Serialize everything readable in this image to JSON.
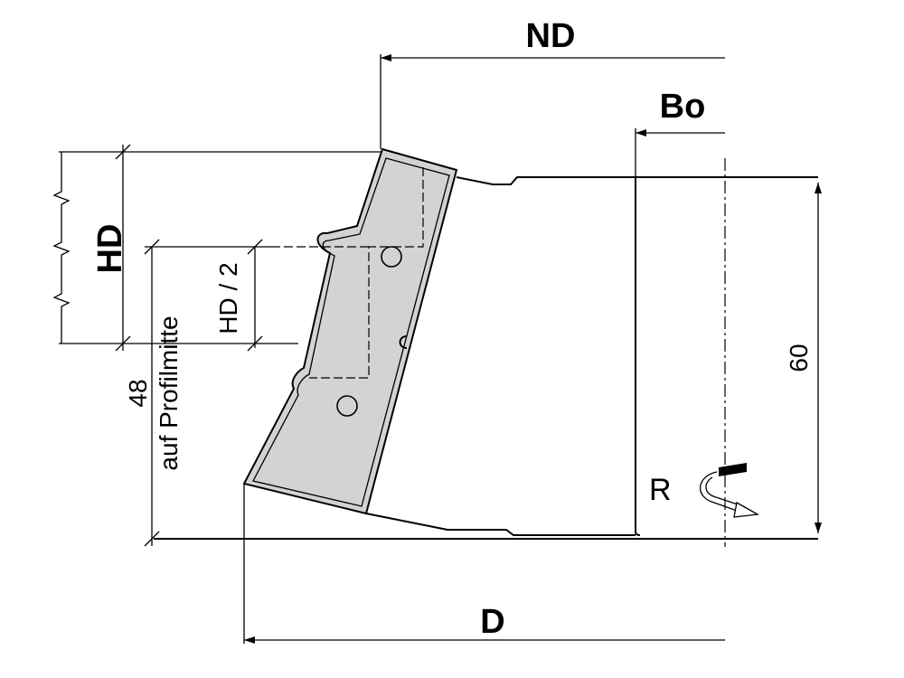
{
  "labels": {
    "nd": "ND",
    "bo": "Bo",
    "hd": "HD",
    "hd_half": "HD / 2",
    "profile_center_value": "48",
    "profile_center_text": "auf Profilmitte",
    "height": "60",
    "rotation": "R",
    "diameter": "D"
  },
  "colors": {
    "line": "#000000",
    "blade_fill": "#d3d3d3",
    "background": "#ffffff"
  }
}
